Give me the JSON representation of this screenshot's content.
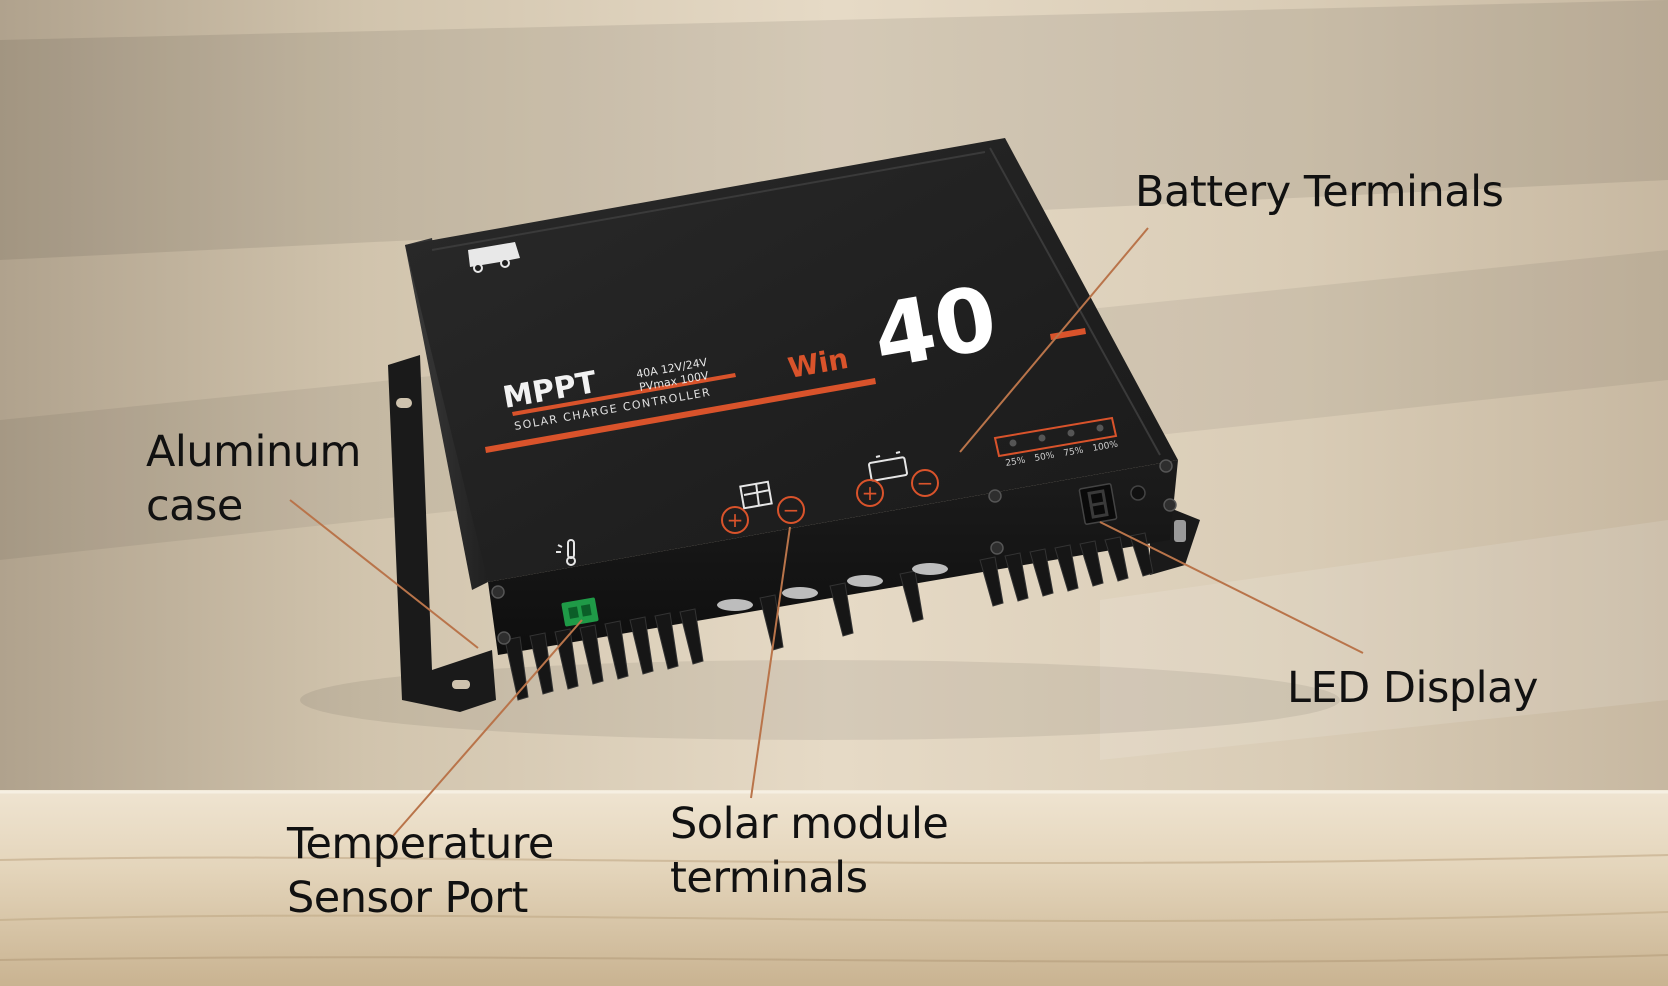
{
  "labels": {
    "battery_terminals": "Battery Terminals",
    "aluminum_case_line1": "Aluminum",
    "aluminum_case_line2": "case",
    "led_display": "LED Display",
    "solar_terminals_line1": "Solar module",
    "solar_terminals_line2": "terminals",
    "temperature_port_line1": "Temperature",
    "temperature_port_line2": "Sensor Port"
  },
  "device": {
    "brand_logo": "rv-logo",
    "model_prefix": "Win",
    "model_number": "40",
    "mppt": "MPPT",
    "spec_line1": "40A 12V/24V",
    "spec_line2": "PVmax 100V",
    "subtitle": "SOLAR CHARGE CONTROLLER",
    "soc_levels": [
      "25%",
      "50%",
      "75%",
      "100%"
    ],
    "plus_symbol": "+",
    "minus_symbol": "−"
  },
  "colors": {
    "accent": "#d9532b",
    "leader_line": "#b9744a",
    "device_body": "#1d1d1d",
    "label_text": "#111111",
    "connector_green": "#1f9a47"
  },
  "icons": {
    "battery_terminal_icon": "battery-icon",
    "solar_terminal_icon": "solar-panel-icon",
    "temperature_icon": "thermometer-icon"
  }
}
